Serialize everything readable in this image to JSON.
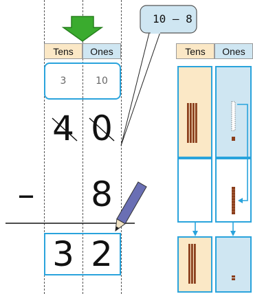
{
  "left": {
    "headers": {
      "tens": "Tens",
      "ones": "Ones"
    },
    "regroup": {
      "tens": "3",
      "ones": "10"
    },
    "minuend": {
      "tens": "4",
      "ones": "0"
    },
    "operator": "–",
    "subtrahend": {
      "ones": "8"
    },
    "result": {
      "tens": "3",
      "ones": "2"
    }
  },
  "callout": {
    "text": "10 – 8"
  },
  "right": {
    "headers": {
      "tens": "Tens",
      "ones": "Ones"
    }
  },
  "colors": {
    "tens_fill": "#fbe8c6",
    "ones_fill": "#cfe6f2",
    "box_border": "#29a3dc",
    "arrow_green": "#3aab2e",
    "block_brown": "#8a3e1c",
    "pencil": "#6a6fb4"
  },
  "icons": {
    "down_arrow": "down-arrow-icon",
    "pencil": "pencil-icon",
    "ten_rod": "ten-rod-icon",
    "unit_cube": "unit-cube-icon"
  }
}
